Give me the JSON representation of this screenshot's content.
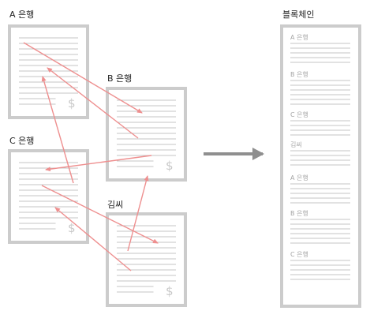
{
  "colors": {
    "box_border": "#cccccc",
    "ruled_line": "#c4c4c4",
    "transfer_arrow": "#ee8f8f",
    "flow_arrow": "#8f8f8f",
    "label_text": "#222222",
    "chain_label_text": "#a5a5a5"
  },
  "ledgers": [
    {
      "id": "a",
      "label": "A 은행",
      "currency_symbol": "$"
    },
    {
      "id": "b",
      "label": "B 은행",
      "currency_symbol": "$"
    },
    {
      "id": "c",
      "label": "C 은행",
      "currency_symbol": "$"
    },
    {
      "id": "kim",
      "label": "김씨",
      "currency_symbol": "$"
    }
  ],
  "blockchain": {
    "title": "블록체인",
    "blocks": [
      {
        "label": "A 은행"
      },
      {
        "label": "B 은행"
      },
      {
        "label": "C 은행"
      },
      {
        "label": "김씨"
      },
      {
        "label": "A 은행"
      },
      {
        "label": "B 은행"
      },
      {
        "label": "C 은행"
      }
    ]
  },
  "icons": {
    "transfer": "transfer-arrow-icon",
    "flow": "flow-arrow-icon",
    "currency": "dollar-sign-icon"
  }
}
